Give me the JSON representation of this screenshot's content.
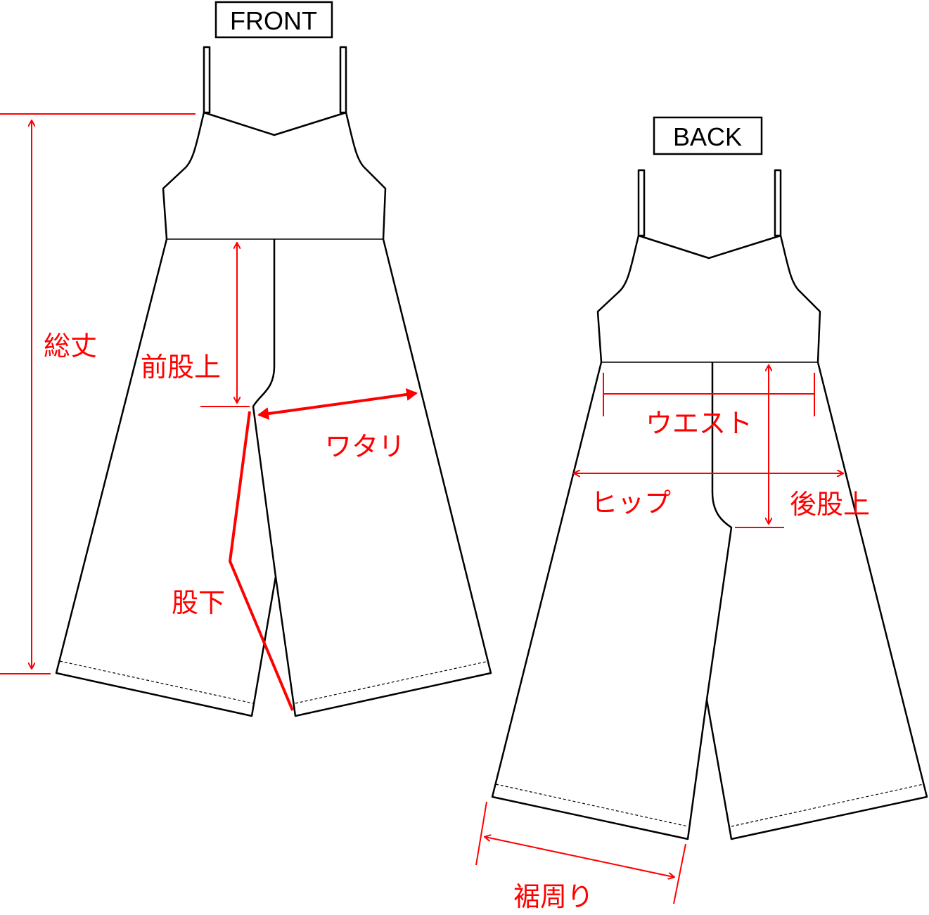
{
  "front": {
    "title": "FRONT",
    "labels": {
      "total_length": "総丈",
      "front_rise": "前股上",
      "thigh": "ワタリ",
      "inseam": "股下"
    }
  },
  "back": {
    "title": "BACK",
    "labels": {
      "waist": "ウエスト",
      "hip": "ヒップ",
      "back_rise": "後股上",
      "hem": "裾周り"
    }
  },
  "colors": {
    "measure": "#ff0000",
    "outline": "#000000"
  }
}
